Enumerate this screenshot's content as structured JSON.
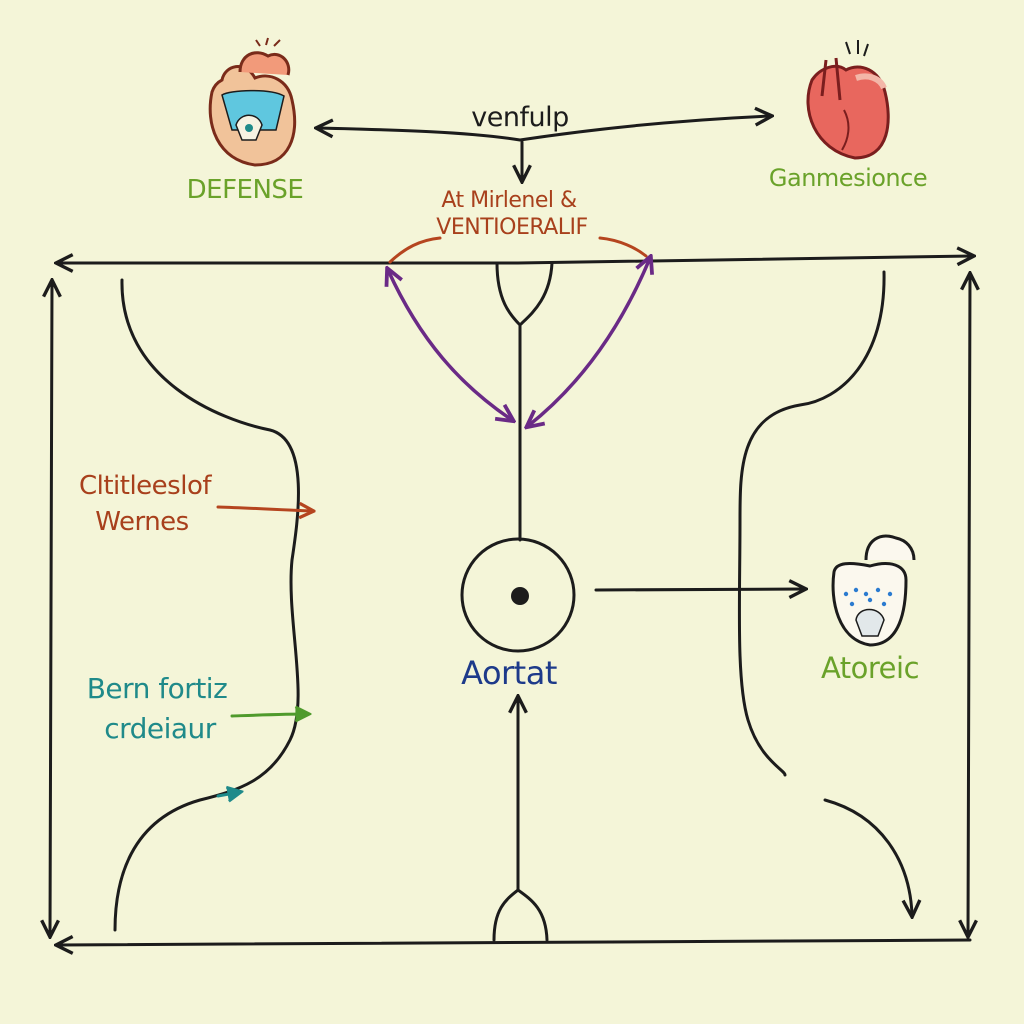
{
  "labels": {
    "top_center": "venfulp",
    "top_left": "DEFENSE",
    "top_right": "Ganmesionce",
    "middle_top_line1": "At Mirlenel &",
    "middle_top_line2": "VENTIOERALIF",
    "left_upper_line1": "Cltitleeslof",
    "left_upper_line2": "Wernes",
    "left_lower_line1": "Bern fortiz",
    "left_lower_line2": "crdeiaur",
    "center": "Aortat",
    "right": "Atoreic"
  },
  "icons": [
    "heart-icon-left",
    "heart-icon-right",
    "heart-icon-small"
  ],
  "colors": {
    "background": "#f4f5d8",
    "ink": "#1c1c1c",
    "green_label": "#6aa22a",
    "rust_label": "#a8401c",
    "teal_label": "#1f8a8a",
    "blue_label": "#1d3a8a",
    "purple_arrow": "#6a2a86"
  }
}
